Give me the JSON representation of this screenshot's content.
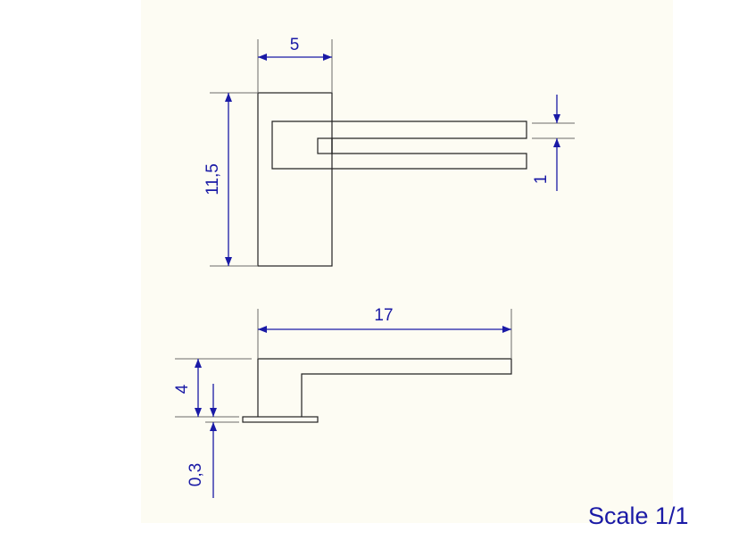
{
  "colors": {
    "paper": "#fdfcf3",
    "outline": "#222222",
    "dimension": "#1a1aa6",
    "extension": "#6a6a6a"
  },
  "dimensions": {
    "front_width": "5",
    "front_height": "11,5",
    "bar_thickness": "1",
    "side_length": "17",
    "side_height": "4",
    "plate_thickness": "0,3"
  },
  "scale_label": "Scale 1/1"
}
